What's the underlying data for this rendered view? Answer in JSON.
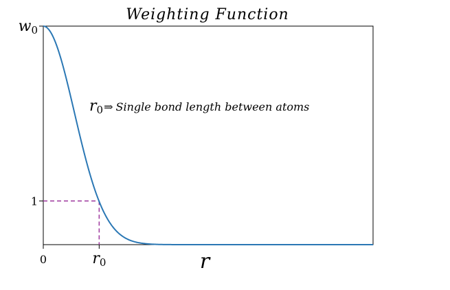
{
  "chart_data": {
    "type": "line",
    "title": "Weighting Function",
    "xlabel": "r",
    "ylabel": "",
    "xlim": [
      0,
      5.9
    ],
    "ylim": [
      0,
      5
    ],
    "x_ticks": [
      {
        "value": 0,
        "label": "0",
        "sub": ""
      },
      {
        "value": 1,
        "label": "r",
        "sub": "0"
      }
    ],
    "y_ticks": [
      {
        "value": 1,
        "label": "1",
        "sub": ""
      },
      {
        "value": 5,
        "label": "w",
        "sub": "0"
      }
    ],
    "series": [
      {
        "color": "#2a77b4",
        "function": "gaussian",
        "amplitude": 5,
        "sigma": 0.555,
        "x": [
          0,
          0.25,
          0.5,
          0.75,
          1.0,
          1.25,
          1.5,
          1.75,
          2.0,
          2.5,
          3.0,
          4.0,
          5.0,
          5.9
        ],
        "y": [
          5,
          4.52,
          3.34,
          2.01,
          1.0,
          0.4,
          0.13,
          0.03,
          0.01,
          0.0,
          0.0,
          0.0,
          0.0,
          0.0
        ]
      }
    ],
    "reference_lines": {
      "color": "#a240a2",
      "style": "dashed",
      "point": {
        "x": 1,
        "y": 1
      }
    },
    "annotation": {
      "symbol": "r",
      "sub": "0",
      "arrow": "⇒",
      "text": "Single bond length between atoms"
    },
    "grid": false,
    "legend": "none"
  }
}
